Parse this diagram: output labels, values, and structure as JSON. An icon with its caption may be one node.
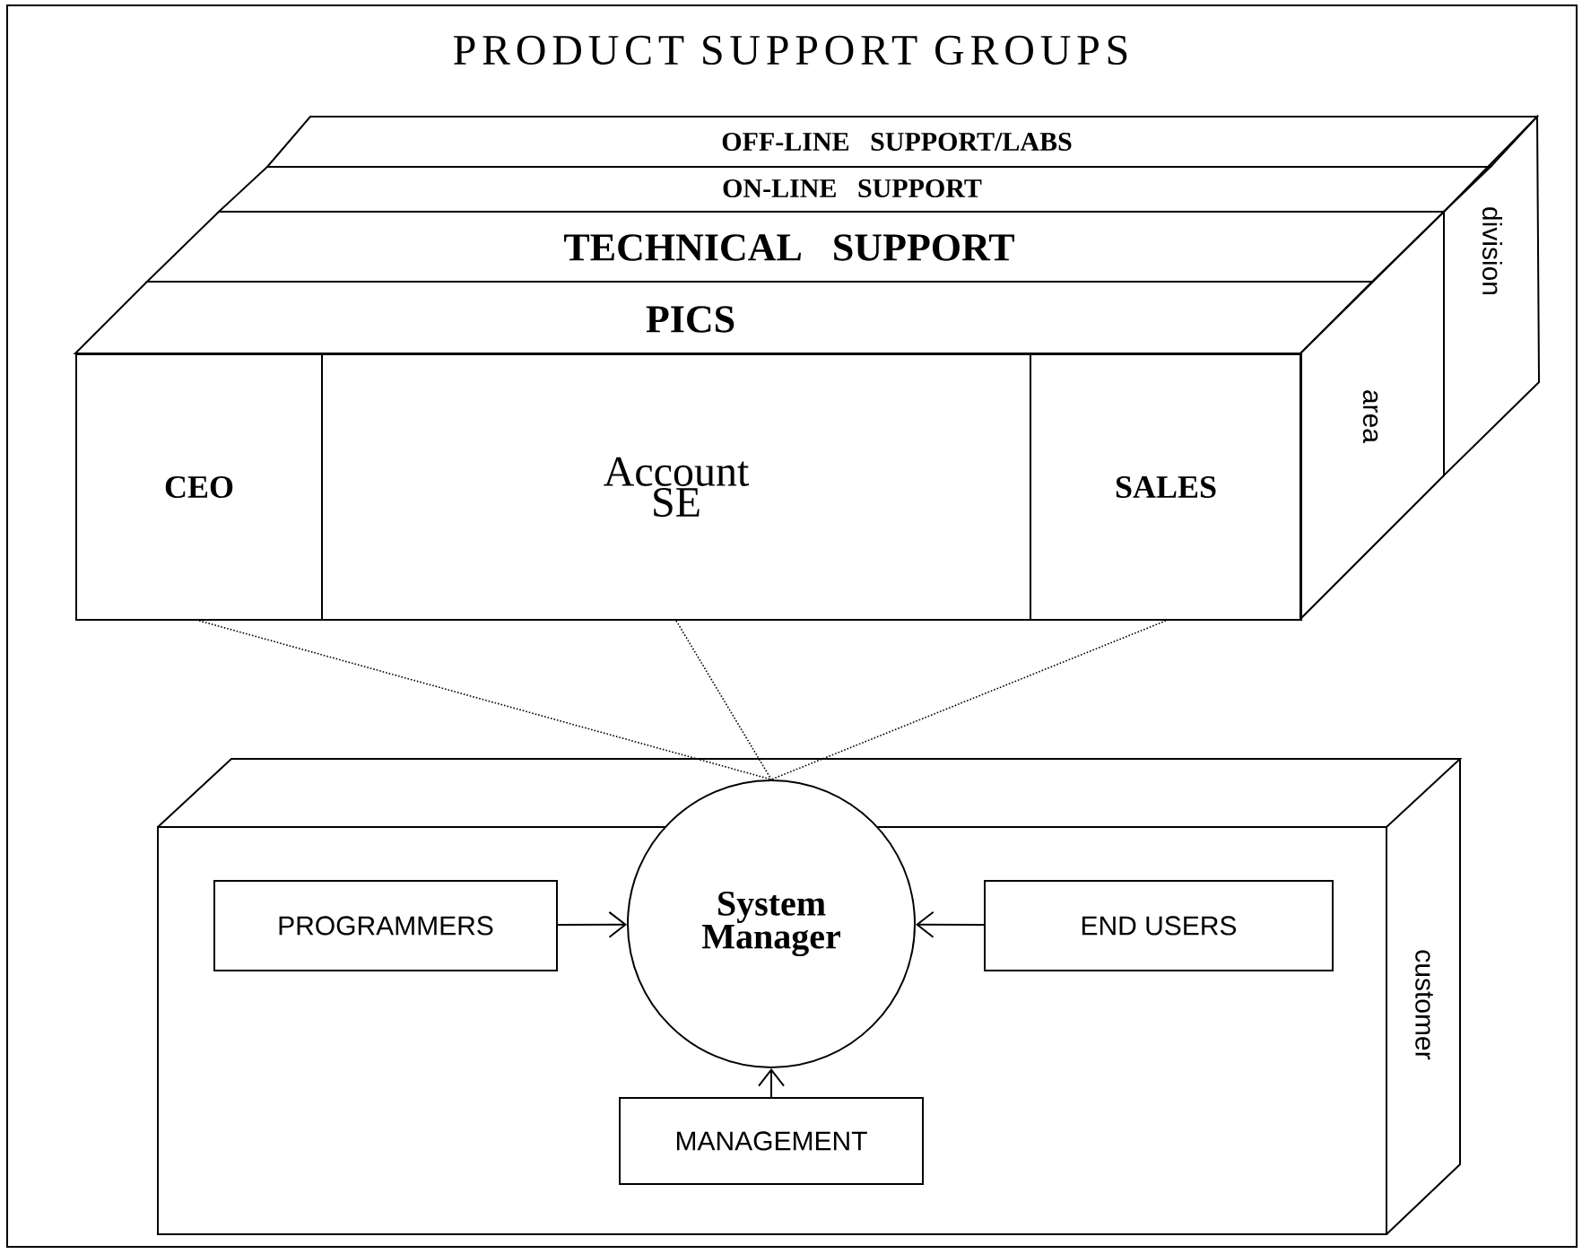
{
  "diagram": {
    "title": "PRODUCT SUPPORT GROUPS",
    "nodes": [
      {
        "text": [
          "OFF-LINE SUPPORT/LABS"
        ]
      },
      {
        "text": [
          "ON-LINE SUPPORT"
        ]
      },
      {
        "text": [
          "TECHNICAL SUPPORT"
        ]
      },
      {
        "text": [
          "PICS"
        ]
      },
      {
        "text": [
          "CEO"
        ]
      },
      {
        "text": [
          "Account SE"
        ]
      },
      {
        "text": [
          "SALES"
        ]
      },
      {
        "text": [
          "customer"
        ]
      },
      {
        "text": [
          "System Manager"
        ],
        "in": 7
      },
      {
        "text": [
          "PROGRAMMERS"
        ],
        "in": 7
      },
      {
        "text": [
          "END USERS"
        ],
        "in": 7
      },
      {
        "text": [
          "MANAGEMENT"
        ],
        "in": 7
      }
    ],
    "edges": [
      {
        "from": 4,
        "to": 8,
        "arrow": "none",
        "style": "dashed"
      },
      {
        "from": 5,
        "to": 8,
        "arrow": "none",
        "style": "dashed"
      },
      {
        "from": 6,
        "to": 8,
        "arrow": "none",
        "style": "dashed"
      },
      {
        "from": 9,
        "to": 8,
        "arrow": "to"
      },
      {
        "from": 10,
        "to": 8,
        "arrow": "to"
      },
      {
        "from": 11,
        "to": 8,
        "arrow": "to"
      }
    ],
    "labels": [
      "area",
      "division"
    ]
  }
}
